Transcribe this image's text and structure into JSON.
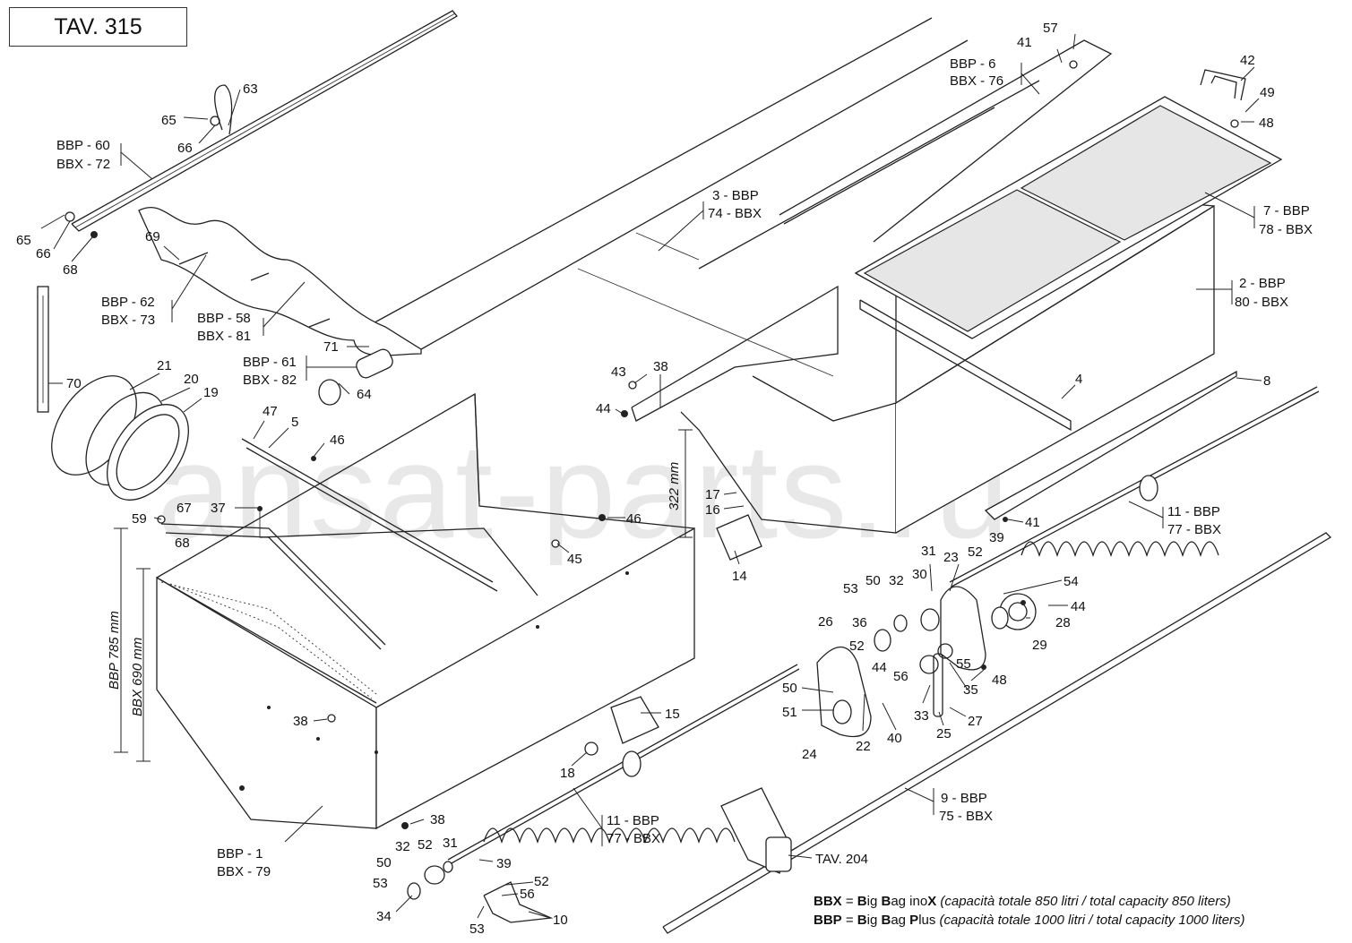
{
  "title": "TAV. 315",
  "watermark": "ansat-parts.ru",
  "labels": {
    "l63": "63",
    "l65a": "65",
    "l66a": "66",
    "bbp60": "BBP",
    "bbp60n": " - 60",
    "bbx72": "BBX",
    "bbx72n": " - 72",
    "l65b": "65",
    "l66b": "66",
    "l68a": "68",
    "l69": "69",
    "bbp62": "BBP",
    "bbp62n": " - 62",
    "bbx73": "BBX",
    "bbx73n": " - 73",
    "bbp58": "BBP",
    "bbp58n": " - 58",
    "bbx81": "BBX",
    "bbx81n": " - 81",
    "l71": "71",
    "bbp61": "BBP",
    "bbp61n": " - 61",
    "bbx82": "BBX",
    "bbx82n": " - 82",
    "l64": "64",
    "l70": "70",
    "l21": "21",
    "l20": "20",
    "l19": "19",
    "l47": "47",
    "l5": "5",
    "l46a": "46",
    "l59": "59",
    "l67": "67",
    "l37": "37",
    "l68b": "68",
    "dimBBP": "BBP  785 mm",
    "dimBBX": "BBX  690 mm",
    "dim322": "322 mm",
    "l38a": "38",
    "bbp1": "BBP",
    "bbp1n": " - 1",
    "bbx79": "BBX",
    "bbx79n": " - 79",
    "l3": "3  - ",
    "bbp3": "BBP",
    "l74": "74 - ",
    "bbx74": "BBX",
    "l43": "43",
    "l38b": "38",
    "l44a": "44",
    "l46b": "46",
    "l45": "45",
    "l17": "17",
    "l16": "16",
    "l14": "14",
    "l15": "15",
    "l18": "18",
    "l57": "57",
    "l41a": "41",
    "bbp6": "BBP",
    "bbp6n": " -  6",
    "bbx76": "BBX",
    "bbx76n": " - 76",
    "l42": "42",
    "l49": "49",
    "l48a": "48",
    "l7": "7  - ",
    "bbp7": "BBP",
    "l78": "78 - ",
    "bbx78": "BBX",
    "l2": "2  - ",
    "bbp2": "BBP",
    "l80": "80 - ",
    "bbx80": "BBX",
    "l4": "4",
    "l8": "8",
    "l41b": "41",
    "l11a": "11 - ",
    "bbp11a": "BBP",
    "l77a": "77 - ",
    "bbx77a": "BBX",
    "l39a": "39",
    "l52a": "52",
    "l23": "23",
    "l31a": "31",
    "l30": "30",
    "l32a": "32",
    "l50a": "50",
    "l53a": "53",
    "l54": "54",
    "l44b": "44",
    "l28": "28",
    "l29": "29",
    "l26": "26",
    "l36": "36",
    "l52b": "52",
    "l44c": "44",
    "l56a": "56",
    "l55": "55",
    "l35": "35",
    "l48b": "48",
    "l33": "33",
    "l27": "27",
    "l25": "25",
    "l50b": "50",
    "l51": "51",
    "l22": "22",
    "l40": "40",
    "l24": "24",
    "l38c": "38",
    "l11b": "11 - ",
    "bbp11b": "BBP",
    "l77b": "77 - ",
    "bbx77b": "BBX",
    "l32b": "32",
    "l52c": "52",
    "l31b": "31",
    "l50c": "50",
    "l53b": "53",
    "l39b": "39",
    "l34": "34",
    "l52d": "52",
    "l56b": "56",
    "l10": "10",
    "l53c": "53",
    "l9": "9  - ",
    "bbp9": "BBP",
    "l75": "75 - ",
    "bbx75": "BBX",
    "tav204": "TAV. 204"
  },
  "notes": {
    "line1": {
      "code": "BBX",
      "eq": " = ",
      "b1": "B",
      "t1": "ig ",
      "b2": "B",
      "t2": "ag ino",
      "b3": "X",
      "desc": " (capacità totale 850 litri / total capacity 850 liters)"
    },
    "line2": {
      "code": "BBP",
      "eq": " = ",
      "b1": "B",
      "t1": "ig ",
      "b2": "B",
      "t2": "ag ",
      "b3": "P",
      "t3": "lus",
      "desc": " (capacità totale 1000 litri / total capacity 1000 liters)"
    }
  }
}
